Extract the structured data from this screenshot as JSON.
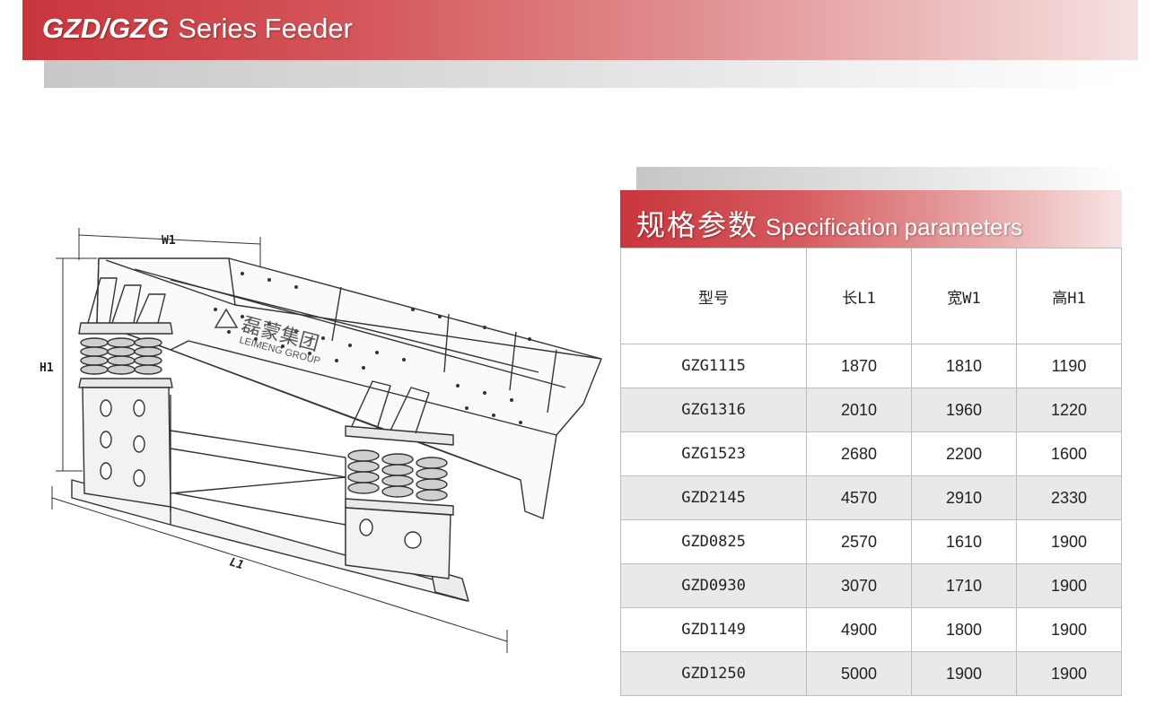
{
  "banner": {
    "title_bold": "GZD/GZG",
    "title_light": "Series Feeder"
  },
  "drawing": {
    "dim_width": "W1",
    "dim_height": "H1",
    "dim_length": "L1",
    "brand_cn": "磊蒙集团",
    "brand_en": "LEIMENG GROUP"
  },
  "spec": {
    "title_cn": "规格参数",
    "title_en": "Specification parameters",
    "columns": [
      "型号",
      "长L1",
      "宽W1",
      "高H1"
    ],
    "rows": [
      [
        "GZG1115",
        "1870",
        "1810",
        "1190"
      ],
      [
        "GZG1316",
        "2010",
        "1960",
        "1220"
      ],
      [
        "GZG1523",
        "2680",
        "2200",
        "1600"
      ],
      [
        "GZD2145",
        "4570",
        "2910",
        "2330"
      ],
      [
        "GZD0825",
        "2570",
        "1610",
        "1900"
      ],
      [
        "GZD0930",
        "3070",
        "1710",
        "1900"
      ],
      [
        "GZD1149",
        "4900",
        "1800",
        "1900"
      ],
      [
        "GZD1250",
        "5000",
        "1900",
        "1900"
      ]
    ]
  }
}
